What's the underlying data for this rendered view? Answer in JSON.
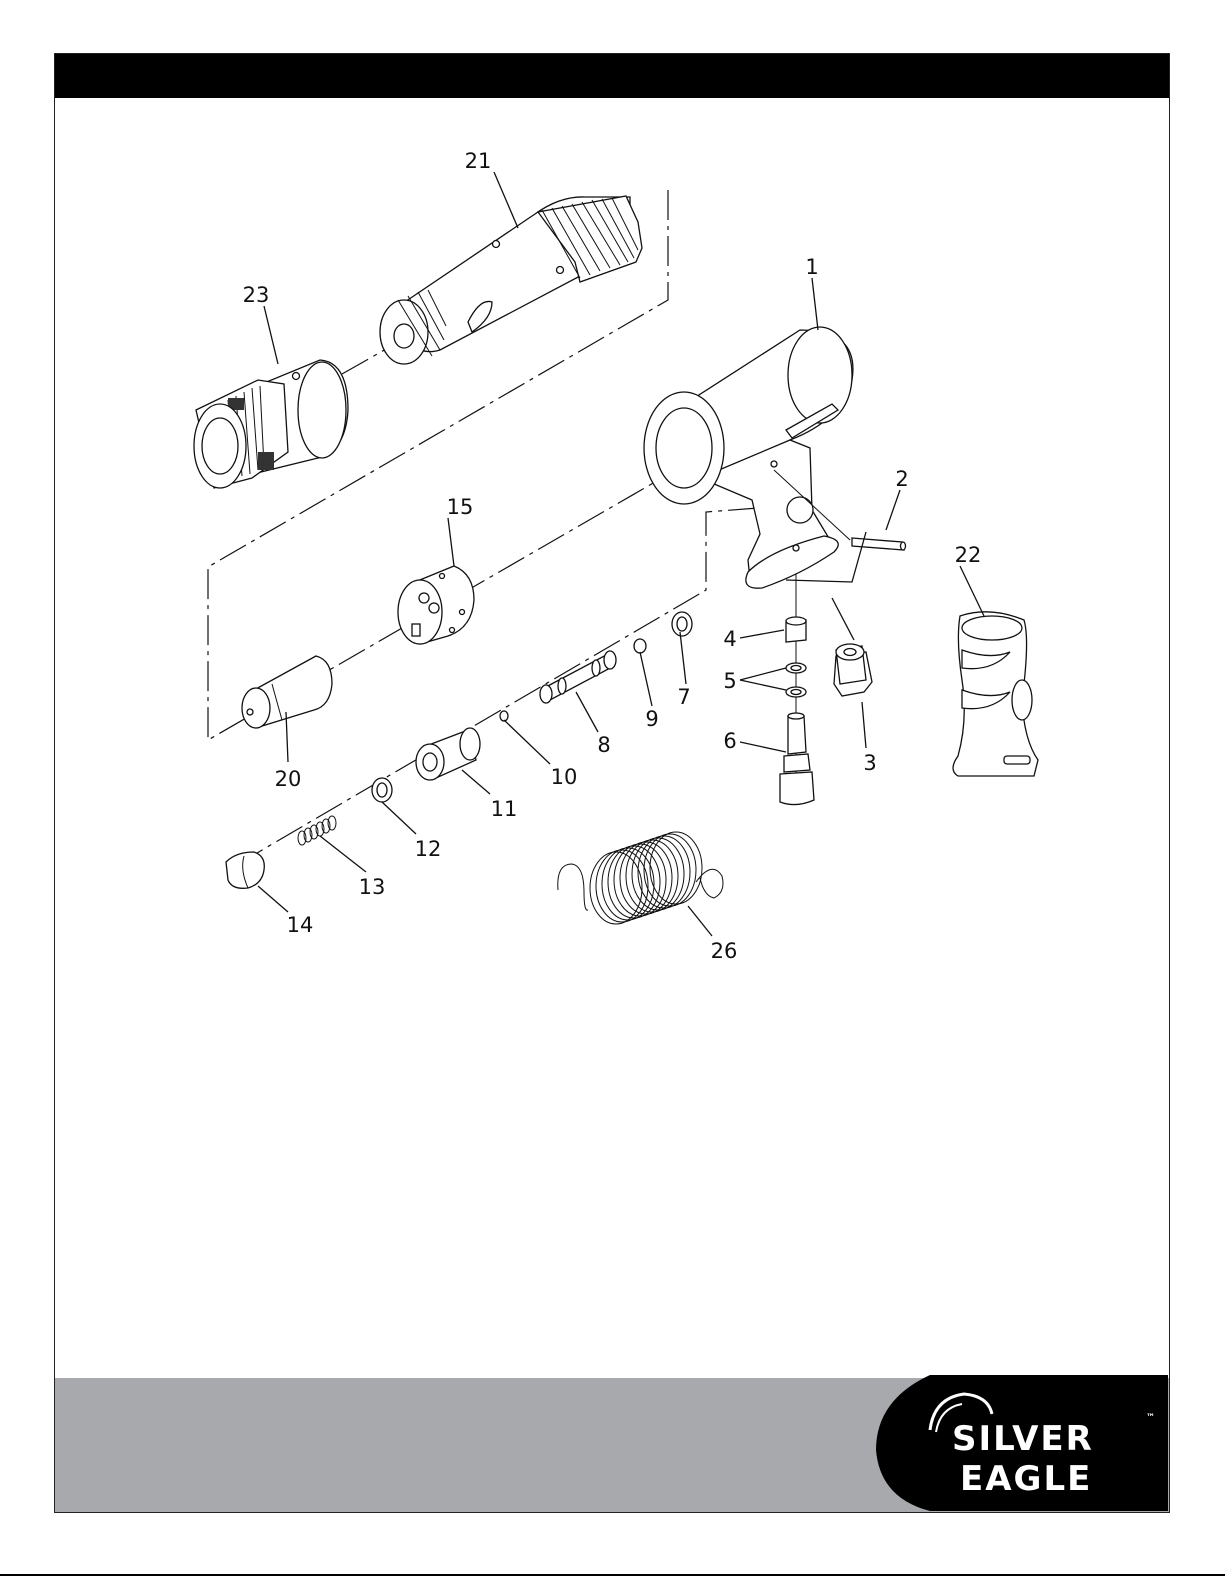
{
  "diagram": {
    "callouts": [
      "1",
      "2",
      "3",
      "4",
      "5",
      "6",
      "7",
      "8",
      "9",
      "10",
      "11",
      "12",
      "13",
      "14",
      "15",
      "20",
      "21",
      "22",
      "23",
      "26"
    ]
  },
  "logo": {
    "line1": "SILVER",
    "line2": "EAGLE",
    "tm": "™"
  },
  "colors": {
    "header": "#000000",
    "footer": "#a8a9ac",
    "logo_bg": "#000000",
    "logo_text": "#ffffff"
  }
}
